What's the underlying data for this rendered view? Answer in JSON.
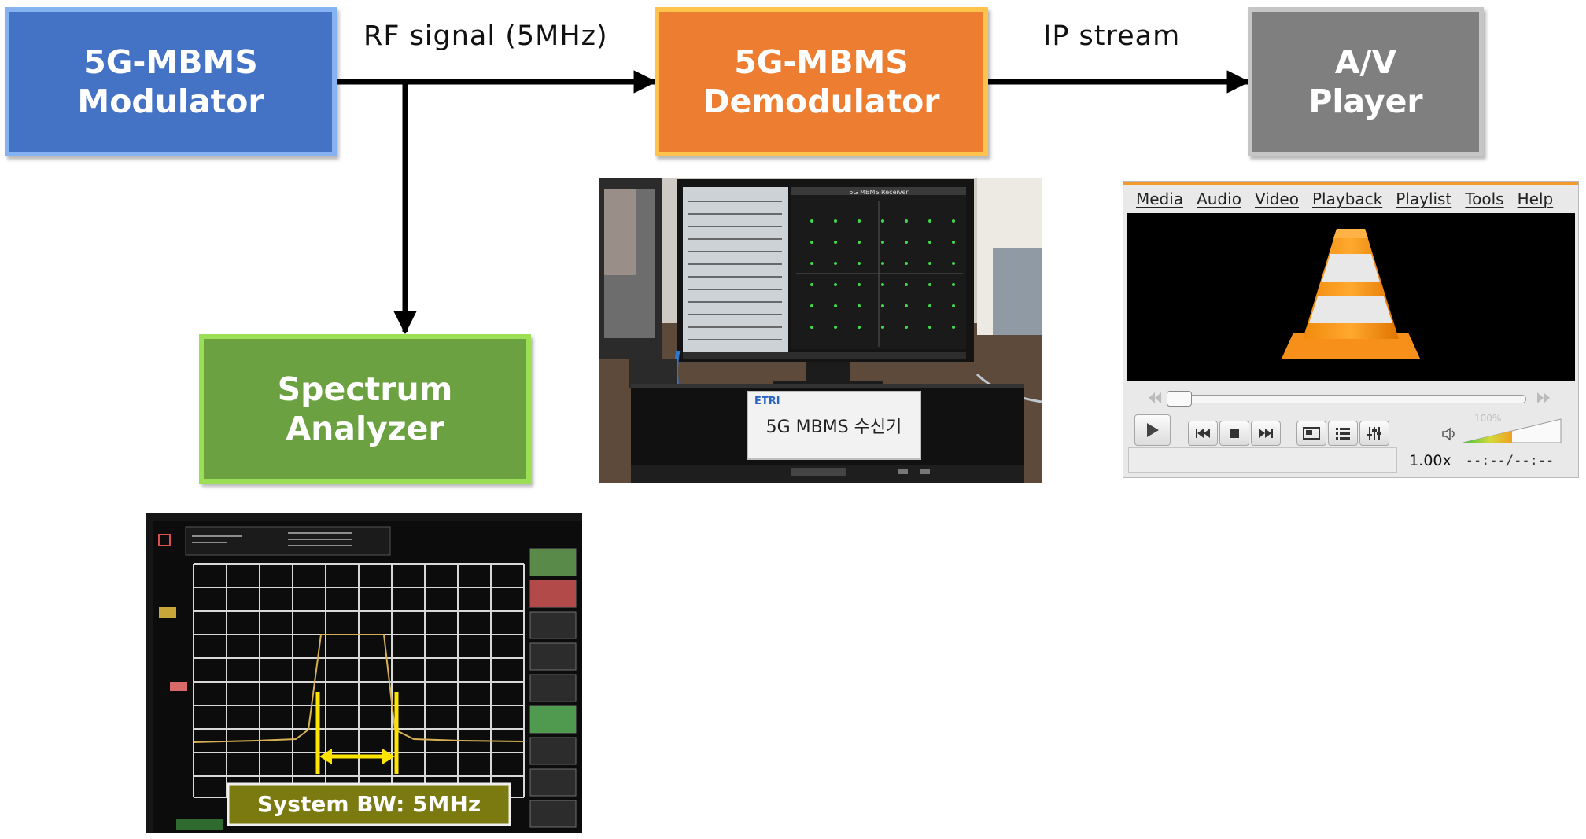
{
  "blocks": {
    "modulator": {
      "line1": "5G-MBMS",
      "line2": "Modulator"
    },
    "demodulator": {
      "line1": "5G-MBMS",
      "line2": "Demodulator"
    },
    "player": {
      "line1": "A/V",
      "line2": "Player"
    },
    "analyzer": {
      "line1": "Spectrum",
      "line2": "Analyzer"
    }
  },
  "edges": {
    "rf_signal": "RF  signal  (5MHz)",
    "ip_stream": "IP  stream"
  },
  "receiver_photo": {
    "brand": "ETRI",
    "sign_text": "5G MBMS 수신기",
    "screen_title": "5G MBMS Receiver"
  },
  "spectrum_photo": {
    "caption": "System BW: 5MHz"
  },
  "vlc": {
    "menu": [
      "Media",
      "Audio",
      "Video",
      "Playback",
      "Playlist",
      "Tools",
      "Help"
    ],
    "rate": "1.00x",
    "time": "--:--/--:--",
    "volume_label": "100%"
  },
  "colors": {
    "modulator": "#4472c4",
    "demodulator": "#ed7d31",
    "player": "#7f7f7f",
    "analyzer": "#70ad47",
    "caption_bg": "#7a7a10"
  }
}
